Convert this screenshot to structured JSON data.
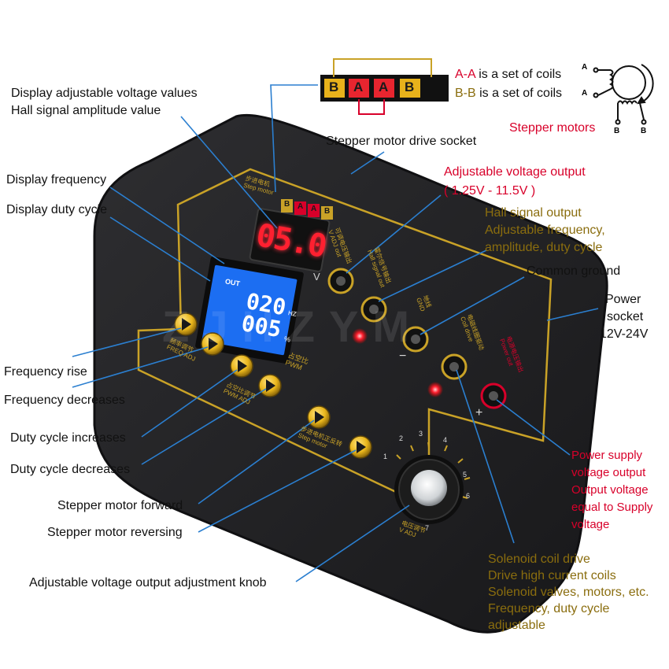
{
  "coil_diagram": {
    "sockets": [
      "B",
      "A",
      "A",
      "B"
    ],
    "aa_prefix": "A-A",
    "aa_text": " is a set of coils",
    "bb_prefix": "B-B",
    "bb_text": " is a set of coils",
    "motor_pins": [
      "A",
      "A",
      "B",
      "B"
    ],
    "stepper_label": "Stepper motors"
  },
  "labels": {
    "display_voltage_1": "Display adjustable voltage values",
    "display_voltage_2": "Hall signal amplitude value",
    "stepper_socket": "Stepper motor drive socket",
    "display_frequency": "Display frequency",
    "display_duty": "Display duty cycle",
    "adj_voltage_1": "Adjustable voltage output",
    "adj_voltage_2": "( 1.25V - 11.5V )",
    "hall_1": "Hall signal output",
    "hall_2": "Adjustable frequency,",
    "hall_3": "amplitude, duty cycle",
    "common_ground": "Common ground",
    "power_1": "Power",
    "power_2": "socket",
    "power_3": "12V-24V",
    "freq_rise": "Frequency rise",
    "freq_dec": "Frequency decreases",
    "duty_inc": "Duty cycle increases",
    "duty_dec": "Duty cycle decreases",
    "stepper_fwd": "Stepper motor forward",
    "stepper_rev": "Stepper motor reversing",
    "knob": "Adjustable voltage output adjustment knob",
    "psv_1": "Power supply",
    "psv_2": "voltage output",
    "psv_3": "Output voltage",
    "psv_4": "equal to Supply",
    "psv_5": "voltage",
    "sol_1": "Solenoid coil drive",
    "sol_2": "Drive high current coils",
    "sol_3": "Solenoid valves, motors, etc.",
    "sol_4": "Frequency, duty cycle",
    "sol_5": "adjustable"
  },
  "device": {
    "led_display": "05.0",
    "led_unit": "V",
    "lcd_out": "OUT",
    "lcd_line1": "020",
    "lcd_line2": "005",
    "lcd_hz": "HZ",
    "lcd_pct": "%",
    "panel_stepper_cn": "步进电机",
    "panel_stepper_en": "Step motor",
    "panel_sockets": [
      "B",
      "A",
      "A",
      "B"
    ],
    "panel_vadj_cn": "可调电压输出",
    "panel_vadj_en": "V ADJ out",
    "panel_hall_cn": "霍尔信号输出",
    "panel_hall_en": "Hall signal out",
    "panel_gnd_cn": "地线",
    "panel_gnd_en": "GND",
    "panel_coil_cn": "电磁线圈驱动",
    "panel_coil_en": "Coil drive",
    "panel_power_cn": "电源电压输出",
    "panel_power_en": "Power out",
    "panel_freq_cn": "频率调节",
    "panel_freq_en": "FREQ ADJ",
    "panel_pwm_cn": "占空比",
    "panel_pwm_en": "PWM",
    "panel_pwmadj_cn": "占空比调节",
    "panel_pwmadj_en": "PWM ADJ",
    "panel_step_cn": "步进电机正反转",
    "panel_step_en": "Step motor",
    "panel_knob_cn": "电压调节",
    "panel_knob_en": "V ADJ",
    "dial_marks": [
      "1",
      "2",
      "3",
      "4",
      "5",
      "6",
      "7"
    ],
    "minus": "−",
    "plus": "+",
    "watermark": "ZJHZYM"
  },
  "colors": {
    "red_text": "#d8002a",
    "gold_text": "#8a6d0e",
    "panel_gold": "#c9a227",
    "device_body": "#232325",
    "led_red": "#ff2030",
    "lcd_blue": "#1c6ef2",
    "button_yellow": "#e9b61c"
  }
}
